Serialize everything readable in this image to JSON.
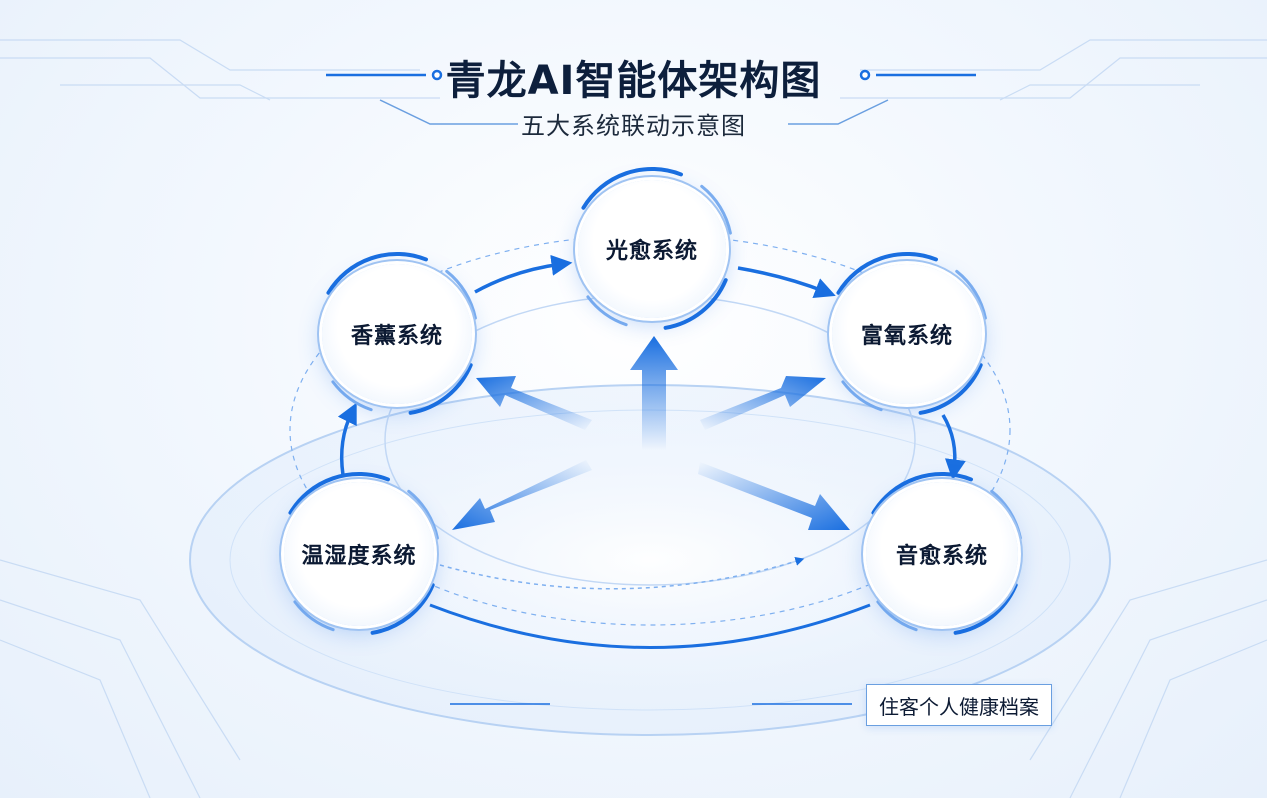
{
  "title": "青龙AI智能体架构图",
  "subtitle": "五大系统联动示意图",
  "nodes": {
    "light": "光愈系统",
    "aroma": "香薰系统",
    "oxygen": "富氧系统",
    "humidity": "温湿度系统",
    "sound": "音愈系统"
  },
  "tag": "住客个人健康档案",
  "colors": {
    "accent": "#1a6fe0",
    "accent_light": "#7fb0f0",
    "text_dark": "#0c1a33"
  }
}
